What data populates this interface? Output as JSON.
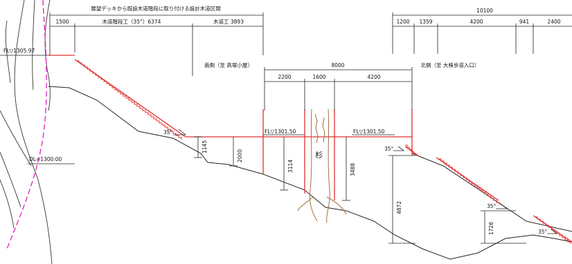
{
  "top_label": "展望デッキから既設木道階段に取り付ける設計木道区間",
  "dims_top_left": {
    "d1": "1500",
    "d2": "木道階段工（35°）6374",
    "d3": "木道工 3893"
  },
  "dims_top_right": {
    "total": "10100",
    "d1": "1200",
    "d2": "1359",
    "d3": "4200",
    "d4": "941",
    "d5": "2400"
  },
  "south_label": "南側（至 高塚小屋）",
  "north_label": "北側（至 大株歩道入口）",
  "dims_mid": {
    "total": "8000",
    "d1": "2200",
    "d2": "1600",
    "d3": "4200"
  },
  "levels": {
    "fl_left": "FL▽1305.97",
    "fl_mid1": "FL▽1301.50",
    "fl_mid2": "FL▽1301.50",
    "dl": "DL=1300.00"
  },
  "angles": {
    "a1": "35°",
    "a2": "35°",
    "a3": "35°",
    "a4": "35°"
  },
  "vertical_dims": {
    "v1": "1145",
    "v2": "2000",
    "v3": "3114",
    "v4": "3488",
    "v5": "4872",
    "v6": "1726"
  },
  "tree_label": "杉"
}
